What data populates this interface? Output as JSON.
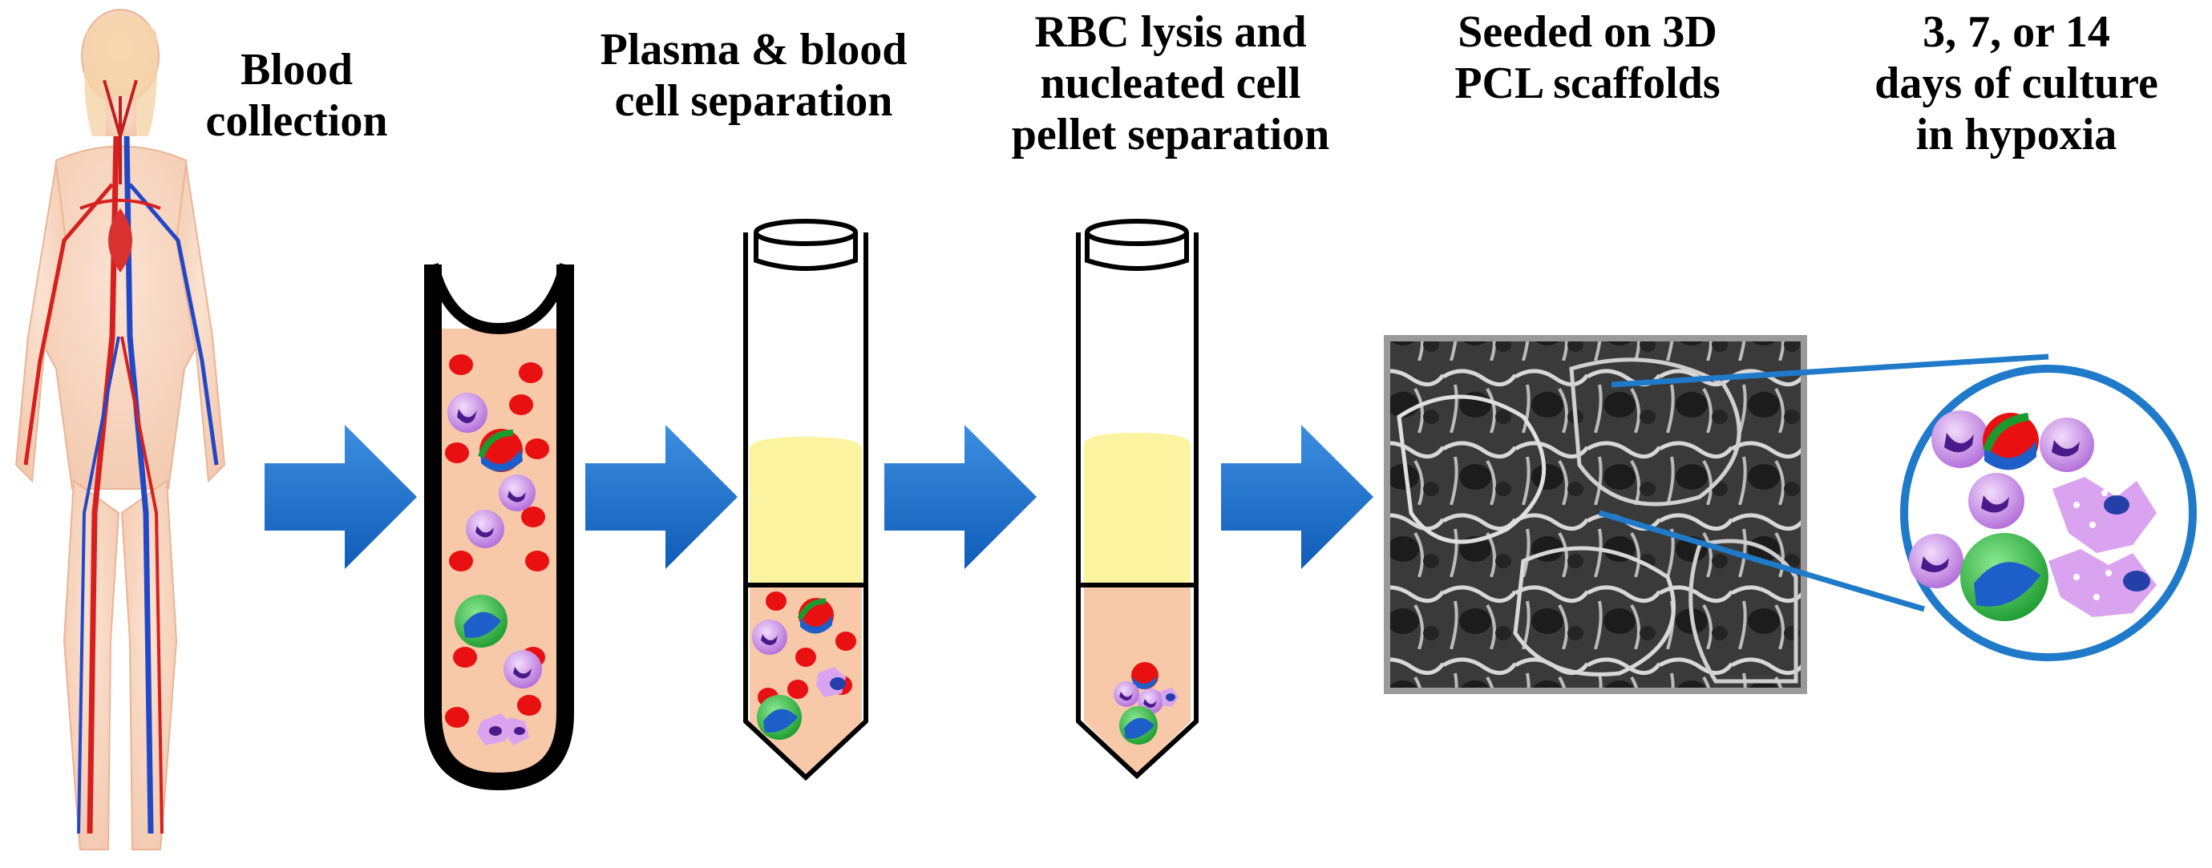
{
  "steps": [
    {
      "lines": [
        "Blood",
        "collection"
      ]
    },
    {
      "lines": [
        "Plasma & blood",
        "cell separation"
      ]
    },
    {
      "lines": [
        "RBC lysis and",
        "nucleated cell",
        "pellet separation"
      ]
    },
    {
      "lines": [
        "Seeded on 3D",
        "PCL scaffolds"
      ]
    },
    {
      "lines": [
        "3, 7, or 14",
        "days of culture",
        "in hypoxia"
      ]
    }
  ],
  "colors": {
    "arrow": "#1f6fc9",
    "plasma": "#fbf3a0",
    "blood_fill": "#f8c9a8",
    "rbc": "#e81010",
    "monocyte": "#c98be8",
    "nucleus": "#4a1a8a",
    "neutrophil_green": "#27b33a",
    "magnifier_ring": "#1f7ac9"
  }
}
